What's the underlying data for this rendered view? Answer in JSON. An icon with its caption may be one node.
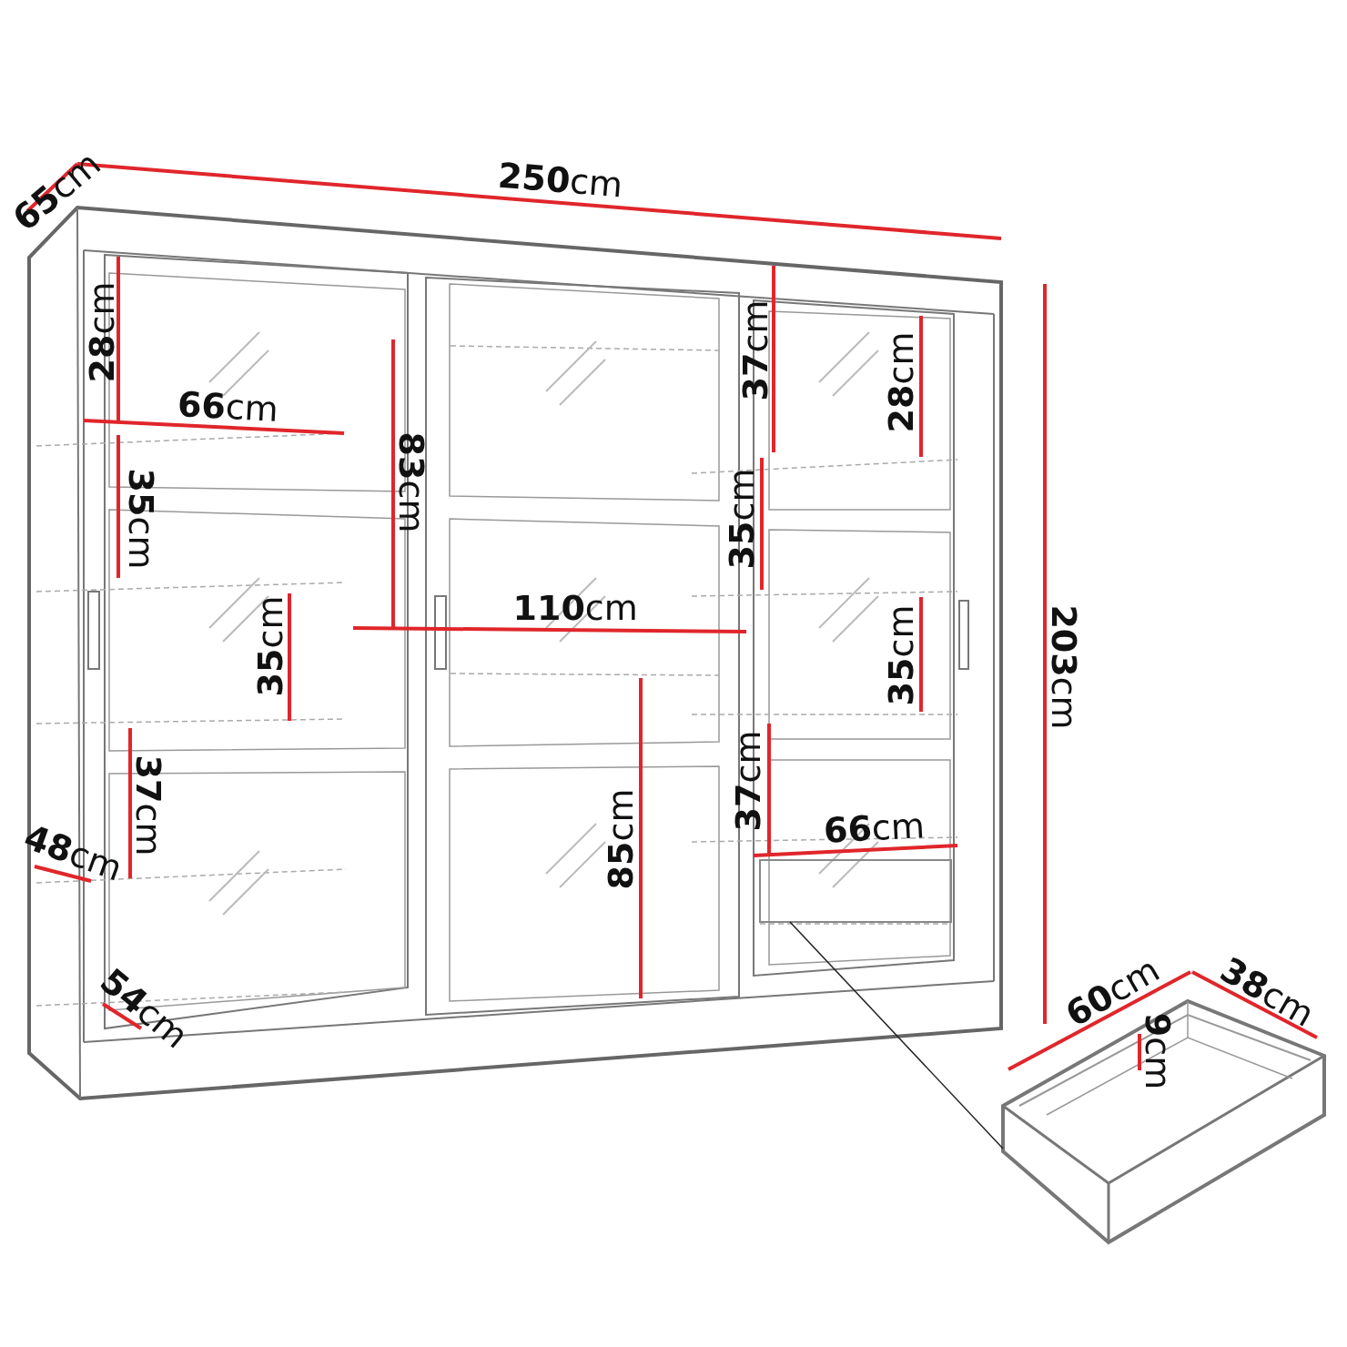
{
  "diagram": {
    "nodes": [
      {
        "text": [],
        "shape": "box"
      },
      {
        "text": [],
        "shape": "picture"
      }
    ],
    "edges": [
      {
        "from": 0,
        "to": 1,
        "arrow": "none"
      }
    ],
    "labels": [
      "**65**cm",
      "**250**cm",
      "**28**cm",
      "**37**cm",
      "**28**cm",
      "**66**cm",
      "**83**cm",
      "**35**cm",
      "**35**cm",
      "**110**cm",
      "**35**cm",
      "**35**cm",
      "**203**cm",
      "**37**cm",
      "**37**cm",
      "**66**cm",
      "**85**cm",
      "**48**cm",
      "**60**cm",
      "**38**cm",
      "**54**cm",
      "**9**cm"
    ]
  }
}
